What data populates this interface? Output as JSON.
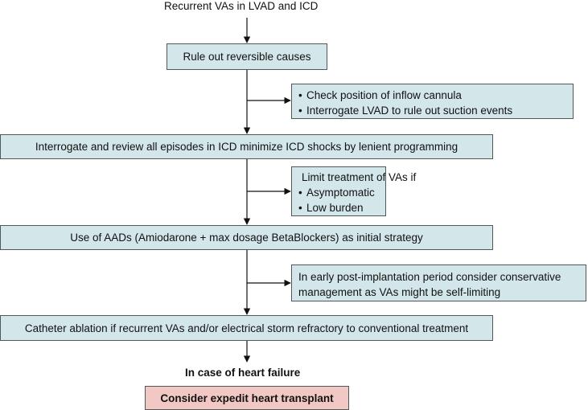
{
  "top_label": "Recurrent VAs in LVAD and ICD",
  "step1": "Rule out reversible causes",
  "note1": {
    "items": [
      "Check position of inflow cannula",
      "Interrogate LVAD to rule out suction events"
    ]
  },
  "step2": "Interrogate and review all episodes in ICD minimize ICD shocks by lenient programming",
  "note2": {
    "heading": "Limit treatment of VAs if",
    "items": [
      "Asymptomatic",
      "Low burden"
    ]
  },
  "step3": "Use of AADs (Amiodarone + max dosage BetaBlockers) as initial strategy",
  "note3": {
    "lines": [
      "In early post-implantation period consider conservative",
      "management as VAs might be self-limiting"
    ]
  },
  "step4": "Catheter ablation if recurrent VAs and/or electrical storm refractory to conventional treatment",
  "condition_label": "In case of heart failure",
  "final": "Consider expedit heart transplant",
  "colors": {
    "box_fill": "#d3e7ea",
    "final_fill": "#f2c8c4",
    "stroke": "#505858",
    "arrow": "#111111"
  }
}
